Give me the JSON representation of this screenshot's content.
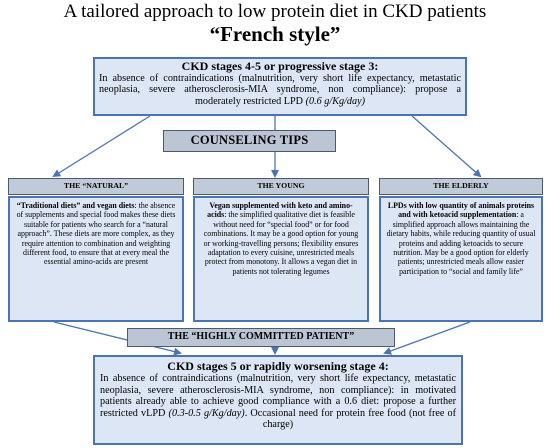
{
  "title": {
    "line1": "A tailored approach to low protein diet in CKD patients",
    "line2": "“French style”"
  },
  "top_box": {
    "heading": "CKD stages 4-5 or progressive stage 3:",
    "text": "In absence of contraindications (malnutrition, very short life expectancy, metastatic neoplasia, severe atherosclerosis-MIA syndrome, non compliance): propose a moderately restricted LPD",
    "dose": "(0.6 g/Kg/day)"
  },
  "counseling_tips": "COUNSELING TIPS",
  "columns": [
    {
      "header": "THE “NATURAL”",
      "bold_lead": "“Traditional diets” and vegan diets",
      "text": ": the absence of supplements and special food makes these diets suitable for patients who search for a “natural approach”. These diets are more complex, as they require attention to combination and weighting different food, to ensure that at every meal the essential amino-acids are present"
    },
    {
      "header": "THE YOUNG",
      "bold_lead": "Vegan supplemented with keto and amino-acids",
      "text": ": the simplified qualitative diet is feasible without need for “special food” or for food combinations. It may be a good option for young or working-travelling persons; flexibility ensures adaptation to every cuisine, unrestricted meals protect from monotony. It allows a vegan diet in patients not tolerating legumes"
    },
    {
      "header": "THE ELDERLY",
      "bold_lead": "LPDs with low quantity of animals proteins and with ketoacid supplementation",
      "text": ": a simplified approach allows maintaining the dietary habits, while reducing quantity of usual proteins and adding ketoacids to secure nutrition. May be a good option for elderly patients; unrestricted meals allow easier participation to “social and family life”"
    }
  ],
  "highly_committed": "THE “HIGHLY COMMITTED PATIENT”",
  "bottom_box": {
    "heading": "CKD stages 5 or rapidly worsening stage 4:",
    "text1": "In absence of contraindications (malnutrition, very short life expectancy, metastatic neoplasia, severe atherosclerosis-MIA syndrome, non compliance): in motivated patients already able to achieve good compliance with a 0.6 diet: propose a further restricted vLPD",
    "dose": "(0.3-0.5 g/Kg/day)",
    "text2": ". Occasional need for protein free food (not free of charge)"
  },
  "colors": {
    "box_fill": "#dde6f4",
    "box_border": "#4a74b4",
    "label_fill": "#bcc5d4",
    "arrow": "#4a74b4"
  }
}
